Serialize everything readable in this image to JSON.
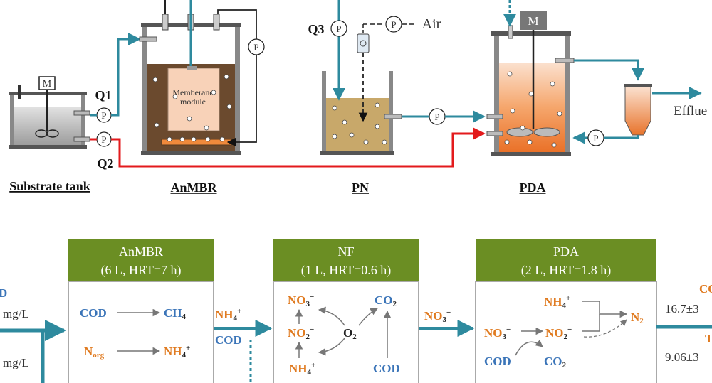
{
  "top": {
    "labels": {
      "substrate_tank": "Substrate tank",
      "anmbr": "AnMBR",
      "pn": "PN",
      "pda": "PDA",
      "q1": "Q1",
      "q2": "Q2",
      "q3": "Q3",
      "air": "Air",
      "effluent": "Efflue",
      "membrane_line1": "Memberane",
      "membrane_line2": "module",
      "motor": "M",
      "pump": "P"
    }
  },
  "bottom": {
    "left_values": {
      "line1": "mg/L",
      "line2": "mg/L"
    },
    "boxes": [
      {
        "title": "AnMBR",
        "subtitle": "(6 L, HRT=7 h)"
      },
      {
        "title": "NF",
        "subtitle": "(1 L, HRT=0.6 h)"
      },
      {
        "title": "PDA",
        "subtitle": "(2 L, HRT=1.8 h)"
      }
    ],
    "anmbr": {
      "cod": "COD",
      "ch4": "CH",
      "ch4_sub": "4",
      "norg": "N",
      "norg_sub": "org",
      "nh4": "NH",
      "nh4_sub": "4",
      "nh4_sup": "+"
    },
    "link1": {
      "nh4": "NH",
      "nh4_sub": "4",
      "nh4_sup": "+",
      "cod": "COD"
    },
    "nf": {
      "no3": "NO",
      "no3_sub": "3",
      "no3_sup": "−",
      "no2": "NO",
      "no2_sub": "2",
      "no2_sup": "−",
      "o2": "O",
      "o2_sub": "2",
      "nh4": "NH",
      "nh4_sub": "4",
      "nh4_sup": "+",
      "co2": "CO",
      "co2_sub": "2",
      "cod": "COD"
    },
    "link2": {
      "no3": "NO",
      "no3_sub": "3",
      "no3_sup": "−"
    },
    "pda": {
      "nh4": "NH",
      "nh4_sub": "4",
      "nh4_sup": "+",
      "no3": "NO",
      "no3_sub": "3",
      "no3_sup": "−",
      "no2": "NO",
      "no2_sub": "2",
      "no2_sup": "−",
      "n2": "N",
      "n2_sub": "2",
      "cod": "COD",
      "co2": "CO",
      "co2_sub": "2"
    },
    "right_values": {
      "top_label": "CO",
      "top_value": "16.7±3",
      "bottom_label": "T",
      "bottom_value": "9.06±3"
    }
  },
  "colors": {
    "pipe_teal": "#2e8a9e",
    "pipe_red": "#e31a1c",
    "header_green": "#6b8e23",
    "orange_text": "#e07b21",
    "blue_text": "#3a74b8",
    "anmbr_fill": "#6b4a2e",
    "pn_fill": "#c8a86a",
    "pda_fill": "#f08a3c"
  }
}
